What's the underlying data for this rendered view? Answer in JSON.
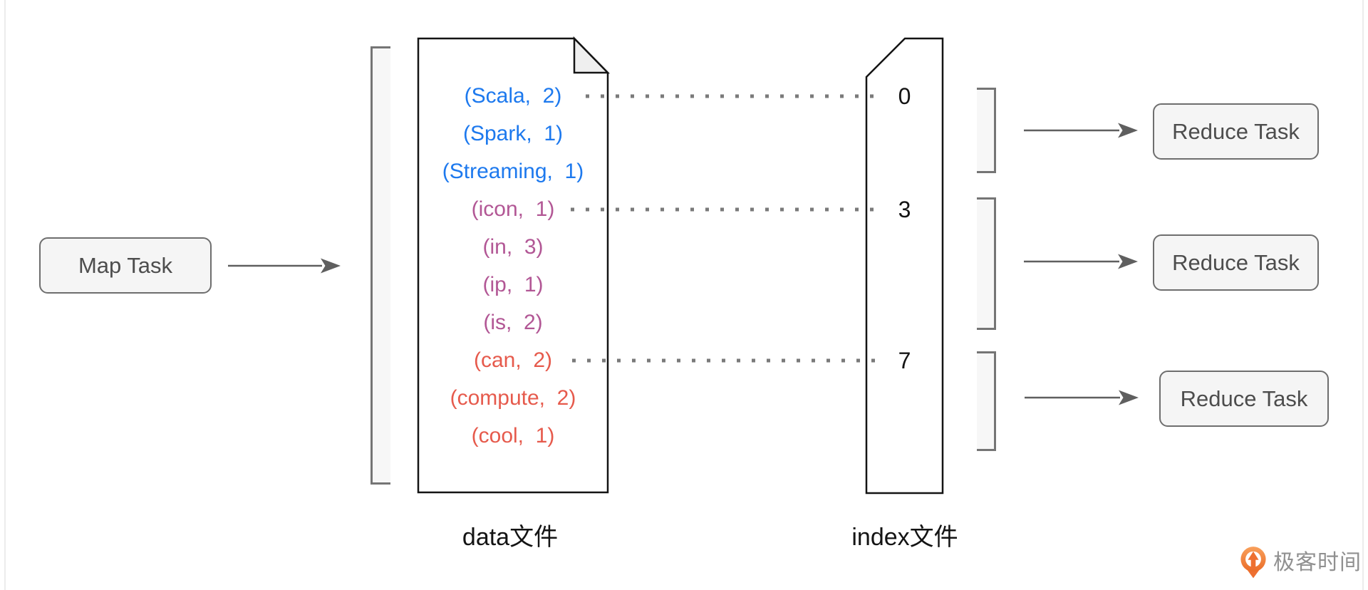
{
  "palette": {
    "blue": "#1d79ee",
    "purple": "#b25795",
    "red": "#e65a4c",
    "box_border": "#6e6e6e",
    "box_fill": "#f5f5f5",
    "box_text": "#4d4d4d",
    "shape_stroke": "#141414",
    "bracket": "#757575",
    "bracket_fill": "#f7f7f7",
    "dots": "#7a7a7a",
    "arrow": "#5f5f5f",
    "label_text": "#141414",
    "logo_orange": "#ee7031",
    "logo_text": "#909090"
  },
  "map_task": {
    "label": "Map Task"
  },
  "data_file": {
    "label": "data文件",
    "records": [
      {
        "text": "(Scala,  2)",
        "group": "blue"
      },
      {
        "text": "(Spark,  1)",
        "group": "blue"
      },
      {
        "text": "(Streaming,  1)",
        "group": "blue"
      },
      {
        "text": "(icon,  1)",
        "group": "purple"
      },
      {
        "text": "(in,  3)",
        "group": "purple"
      },
      {
        "text": "(ip,  1)",
        "group": "purple"
      },
      {
        "text": "(is,  2)",
        "group": "purple"
      },
      {
        "text": "(can,  2)",
        "group": "red"
      },
      {
        "text": "(compute,  2)",
        "group": "red"
      },
      {
        "text": "(cool,  1)",
        "group": "red"
      }
    ]
  },
  "index_file": {
    "label": "index文件",
    "marks": [
      "0",
      "3",
      "7"
    ]
  },
  "reduce_tasks": [
    {
      "label": "Reduce Task"
    },
    {
      "label": "Reduce Task"
    },
    {
      "label": "Reduce Task"
    }
  ],
  "logo": {
    "text": "极客时间"
  }
}
